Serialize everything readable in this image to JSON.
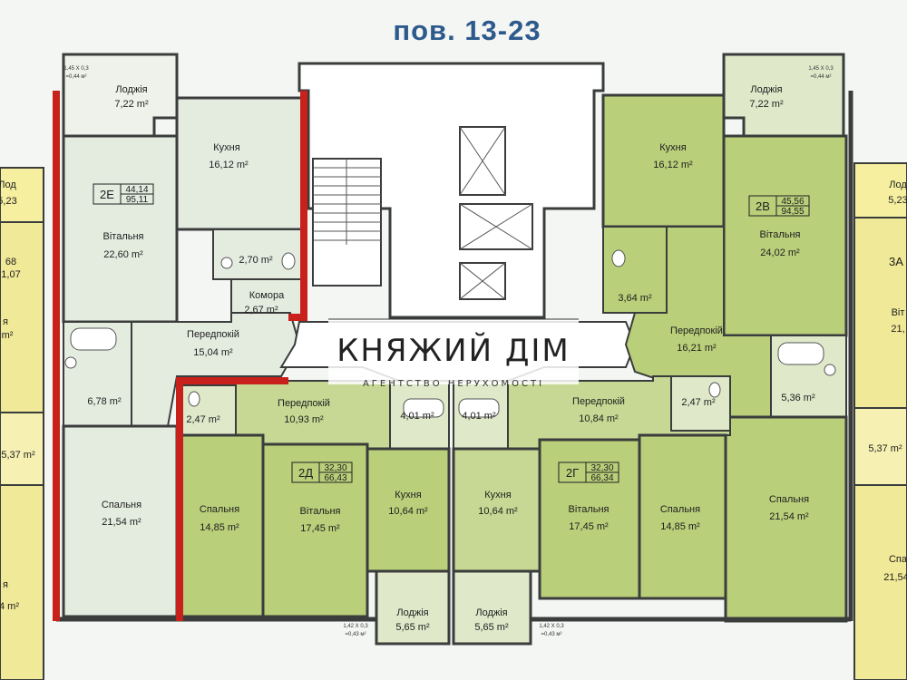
{
  "floors_title": "пов. 13-23",
  "brand": {
    "name": "КНЯЖИЙ ДІМ",
    "subtitle": "АГЕНТСТВО НЕРУХОМОСТІ"
  },
  "colors": {
    "apartment_green": "#b9cf7a",
    "apartment_lightgreen": "#dfe8c9",
    "apartment_pale": "#e4ece0",
    "neighbor_yellow": "#f2ec9a",
    "wall": "#3a3d3c",
    "highlight": "#c8201b",
    "title_blue": "#2d5a8c",
    "common": "#ffffff"
  },
  "apartments": {
    "a2e": {
      "code": "2Е",
      "living_area": "44,14",
      "total_area": "95,11",
      "rooms": {
        "loggia": {
          "name": "Лоджія",
          "area": "7,22 m²"
        },
        "loggia_dim": {
          "line1": "1,45 Х 0,3",
          "line2": "=0,44 м²"
        },
        "kitchen": {
          "name": "Кухня",
          "area": "16,12 m²"
        },
        "living": {
          "name": "Вітальня",
          "area": "22,60 m²"
        },
        "wc": {
          "area": "2,70 m²"
        },
        "storage": {
          "name": "Комора",
          "area": "2,67 m²"
        },
        "hall": {
          "name": "Передпокій",
          "area": "15,04 m²"
        },
        "bath": {
          "area": "6,78 m²"
        },
        "bedroom": {
          "name": "Спальня",
          "area": "21,54 m²"
        }
      }
    },
    "a2v": {
      "code": "2В",
      "living_area": "45,56",
      "total_area": "94,55",
      "rooms": {
        "loggia": {
          "name": "Лоджія",
          "area": "7,22 m²"
        },
        "loggia_dim": {
          "line1": "1,45 Х 0,3",
          "line2": "=0,44 м²"
        },
        "kitchen": {
          "name": "Кухня",
          "area": "16,12 m²"
        },
        "living": {
          "name": "Вітальня",
          "area": "24,02 m²"
        },
        "wc": {
          "area": "3,64 m²"
        },
        "hall": {
          "name": "Передпокій",
          "area": "16,21 m²"
        },
        "bath": {
          "area": "5,36 m²"
        },
        "bedroom": {
          "name": "Спальня",
          "area": "21,54 m²"
        }
      }
    },
    "a2d": {
      "code": "2Д",
      "living_area": "32,30",
      "total_area": "66,43",
      "rooms": {
        "bath": {
          "area": "2,47 m²"
        },
        "hall": {
          "name": "Передпокій",
          "area": "10,93 m²"
        },
        "wc": {
          "area": "4,01 m²"
        },
        "bedroom": {
          "name": "Спальня",
          "area": "14,85 m²"
        },
        "living": {
          "name": "Вітальня",
          "area": "17,45 m²"
        },
        "kitchen": {
          "name": "Кухня",
          "area": "10,64 m²"
        },
        "loggia": {
          "name": "Лоджія",
          "area": "5,65 m²"
        },
        "loggia_dim": {
          "line1": "1,42 Х 0,3",
          "line2": "=0,43 м²"
        }
      }
    },
    "a2g": {
      "code": "2Г",
      "living_area": "32,30",
      "total_area": "66,34",
      "rooms": {
        "wc": {
          "area": "4,01 m²"
        },
        "hall": {
          "name": "Передпокій",
          "area": "10,84 m²"
        },
        "bath": {
          "area": "2,47 m²"
        },
        "kitchen": {
          "name": "Кухня",
          "area": "10,64 m²"
        },
        "living": {
          "name": "Вітальня",
          "area": "17,45 m²"
        },
        "bedroom": {
          "name": "Спальня",
          "area": "14,85 m²"
        },
        "loggia": {
          "name": "Лоджія",
          "area": "5,65 m²"
        },
        "loggia_dim": {
          "line1": "1,42 Х 0,3",
          "line2": "=0,43 м²"
        }
      }
    },
    "left_neighbor": {
      "frag1": "Лод",
      "frag2": "5,23",
      "frag3": "68",
      "frag4": "1,07",
      "frag5": "я",
      "frag6": "m²",
      "frag7": "5,37 m²",
      "frag8": "я",
      "frag9": "4 m²"
    },
    "right_neighbor": {
      "frag1": "Лод",
      "frag2": "5,23",
      "frag3": "3А",
      "frag4": "Віт",
      "frag5": "21,",
      "frag6": "5,37 m²",
      "frag7": "Спа",
      "frag8": "21,54"
    }
  }
}
